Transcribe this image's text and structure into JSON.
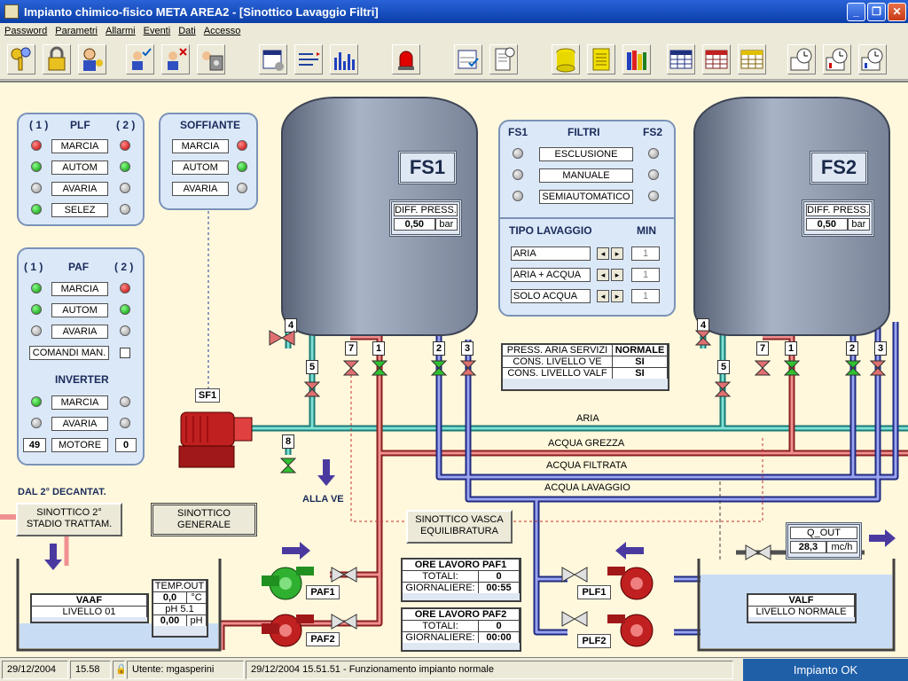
{
  "window": {
    "title": "Impianto chimico-fisico META AREA2 - [Sinottico Lavaggio Filtri]"
  },
  "menu": [
    "Password",
    "Parametri",
    "Allarmi",
    "Eventi",
    "Dati",
    "Accesso"
  ],
  "plf": {
    "title": "PLF",
    "left": "( 1 )",
    "right": "( 2 )",
    "labels": [
      "MARCIA",
      "AUTOM",
      "AVARIA",
      "SELEZ"
    ]
  },
  "soffiante": {
    "title": "SOFFIANTE",
    "labels": [
      "MARCIA",
      "AUTOM",
      "AVARIA"
    ]
  },
  "paf": {
    "title": "PAF",
    "left": "( 1 )",
    "right": "( 2 )",
    "labels": [
      "MARCIA",
      "AUTOM",
      "AVARIA"
    ],
    "comandi": "COMANDI MAN."
  },
  "inverter": {
    "title": "INVERTER",
    "labels": [
      "MARCIA",
      "AVARIA"
    ],
    "motore": "MOTORE",
    "val_left": "49",
    "val_right": "0"
  },
  "filtri": {
    "fs1": "FS1",
    "title": "FILTRI",
    "fs2": "FS2",
    "labels": [
      "ESCLUSIONE",
      "MANUALE",
      "SEMIAUTOMATICO"
    ],
    "tipo": "TIPO LAVAGGIO",
    "min": "MIN",
    "rows": [
      {
        "label": "ARIA",
        "val": "1"
      },
      {
        "label": "ARIA + ACQUA",
        "val": "1"
      },
      {
        "label": "SOLO ACQUA",
        "val": "1"
      }
    ]
  },
  "fs1": {
    "name": "FS1",
    "diff_title": "DIFF. PRESS.",
    "diff_val": "0,50",
    "diff_unit": "bar"
  },
  "fs2": {
    "name": "FS2",
    "diff_title": "DIFF. PRESS.",
    "diff_val": "0,50",
    "diff_unit": "bar"
  },
  "press": {
    "rows": [
      {
        "k": "PRESS. ARIA SERVIZI",
        "v": "NORMALE"
      },
      {
        "k": "CONS. LIVELLO VE",
        "v": "SI"
      },
      {
        "k": "CONS. LIVELLO VALF",
        "v": "SI"
      }
    ]
  },
  "sf1": "SF1",
  "flows": {
    "aria": "ARIA",
    "grezza": "ACQUA GREZZA",
    "filtrata": "ACQUA FILTRATA",
    "lavaggio": "ACQUA LAVAGGIO"
  },
  "alla_ve": "ALLA VE",
  "dal": "DAL 2° DECANTAT.",
  "buttons": {
    "sin2": "SINOTTICO 2° STADIO TRATTAM.",
    "gen": "SINOTTICO GENERALE",
    "vasca": "SINOTTICO VASCA EQUILIBRATURA"
  },
  "vaaf": {
    "title": "VAAF",
    "level": "LIVELLO 01",
    "temp_title": "TEMP.OUT",
    "temp_val": "0,0",
    "temp_unit": "°C",
    "ph_title": "pH 5.1",
    "ph_val": "0,00",
    "ph_unit": "pH"
  },
  "paf1": {
    "title": "ORE LAVORO PAF1",
    "tot_k": "TOTALI:",
    "tot_v": "0",
    "gio_k": "GIORNALIERE:",
    "gio_v": "00:55"
  },
  "paf2": {
    "title": "ORE LAVORO PAF2",
    "tot_k": "TOTALI:",
    "tot_v": "0",
    "gio_k": "GIORNALIERE:",
    "gio_v": "00:00"
  },
  "pumps": {
    "paf1": "PAF1",
    "paf2": "PAF2",
    "plf1": "PLF1",
    "plf2": "PLF2"
  },
  "qout": {
    "title": "Q_OUT",
    "val": "28,3",
    "unit": "mc/h"
  },
  "valf": {
    "title": "VALF",
    "level": "LIVELLO NORMALE"
  },
  "tags": [
    "4",
    "5",
    "7",
    "1",
    "2",
    "3",
    "8"
  ],
  "status": {
    "date": "29/12/2004",
    "time": "15.58",
    "user": "Utente: mgasperini",
    "msg": "29/12/2004 15.51.51 - Funzionamento impianto normale",
    "ok": "Impianto OK"
  }
}
